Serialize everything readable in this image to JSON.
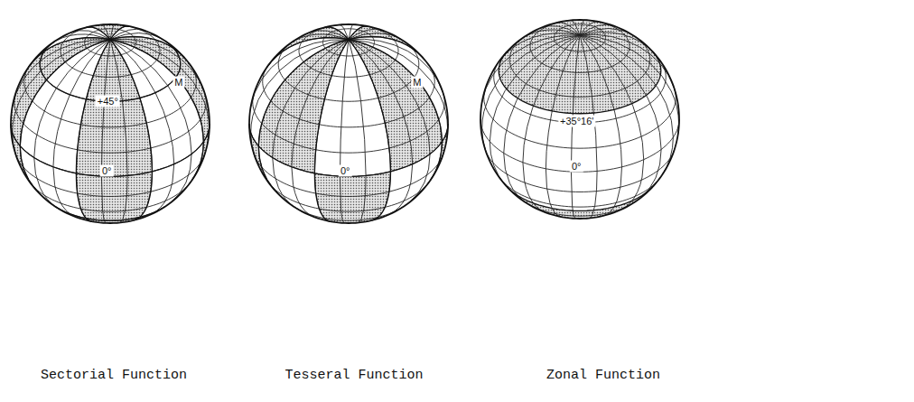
{
  "diagram": {
    "labels": [
      "+45°",
      "M",
      "0°",
      "M",
      "0°",
      "+35°16'",
      "0°",
      "Sectorial Function",
      "Tesseral Function",
      "Zonal Function"
    ]
  }
}
